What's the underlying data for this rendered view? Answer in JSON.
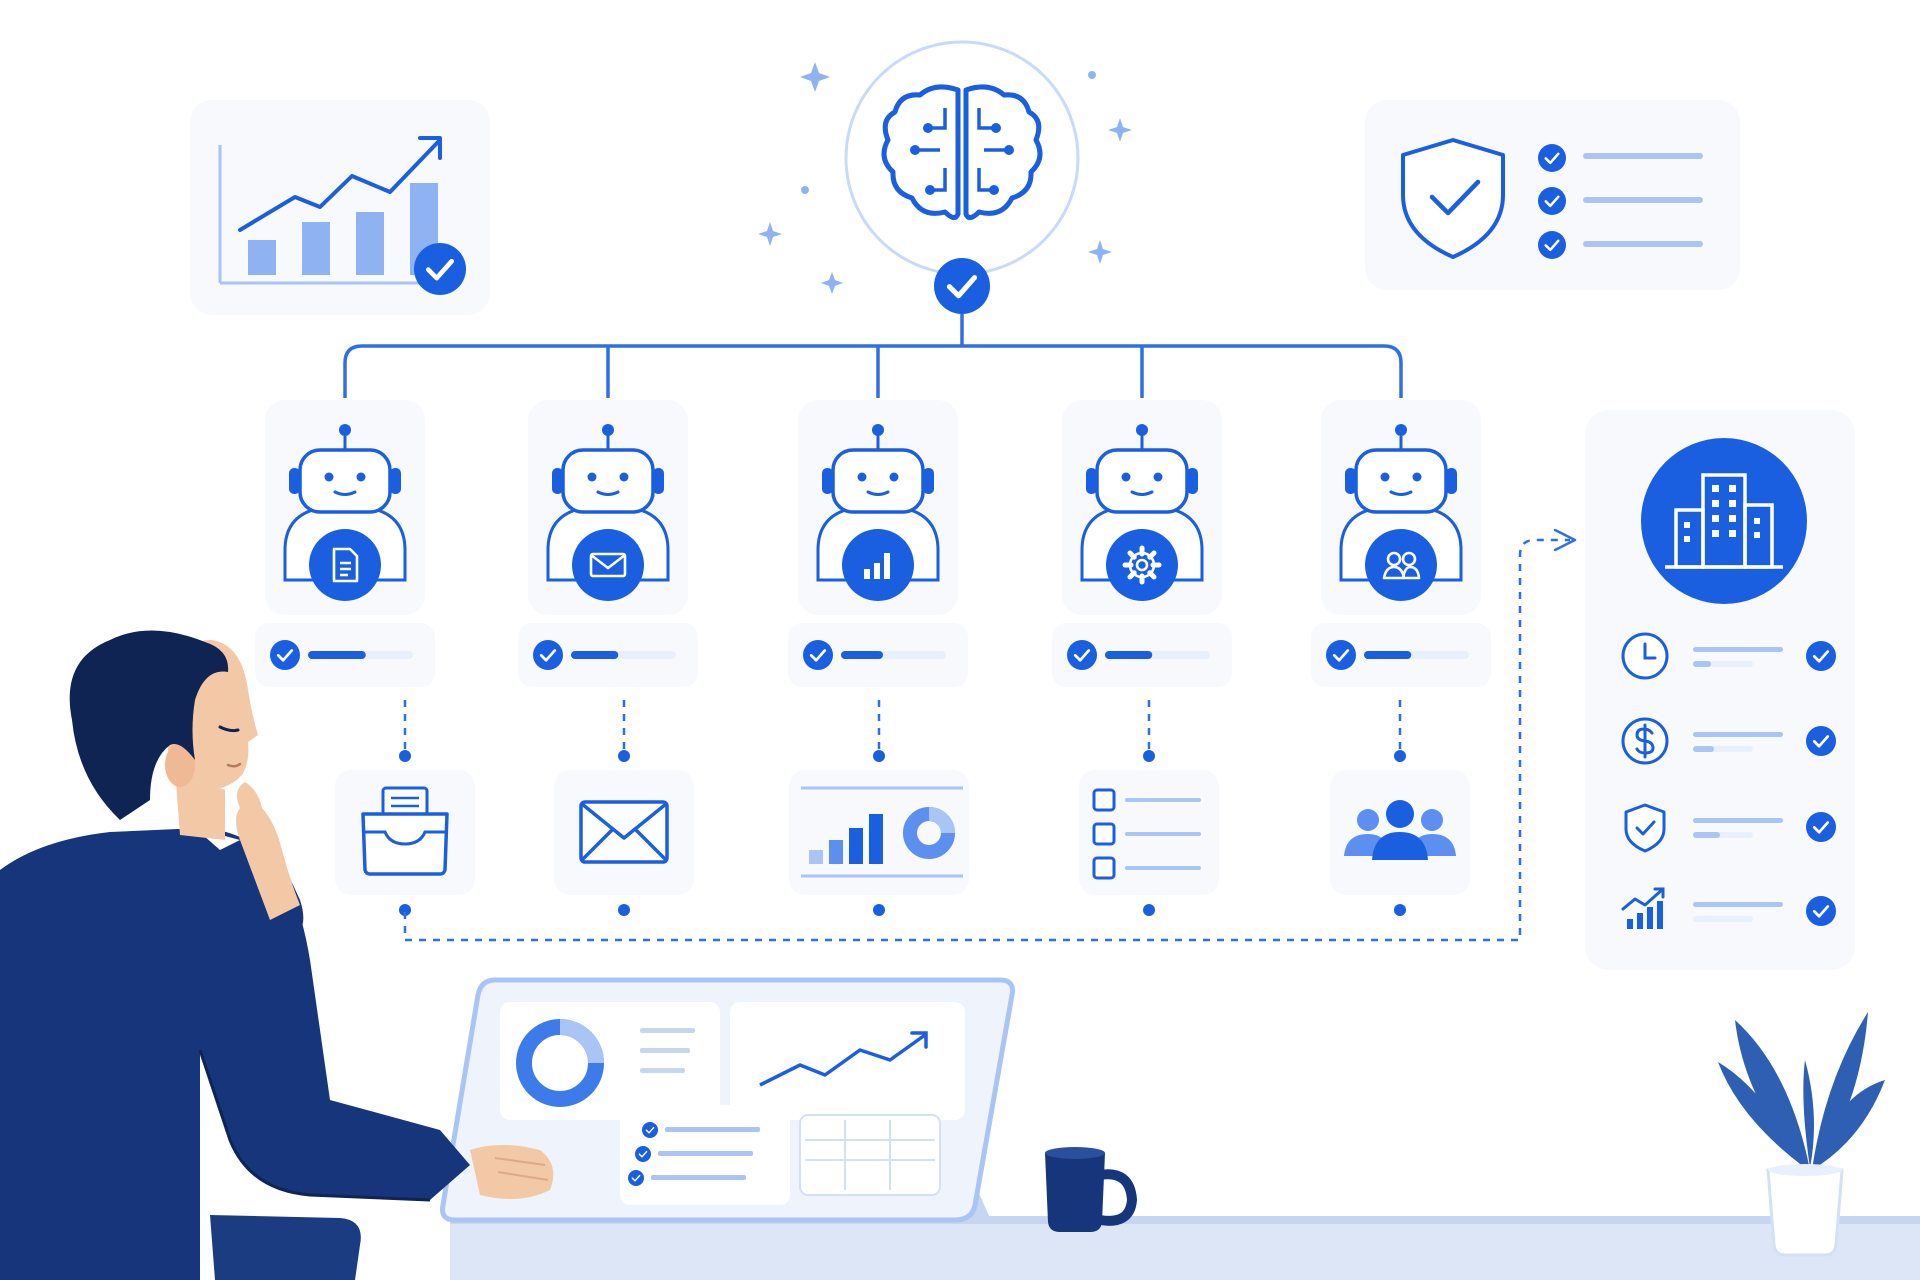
{
  "colors": {
    "primary": "#1a5fe0",
    "light": "#a9c4f5",
    "pale": "#e8f0fd",
    "navy": "#16357a",
    "navy_dark": "#0f2452",
    "card": "#f7f9fd",
    "line": "#2f6fe6"
  },
  "icons": {
    "central": "brain-circuit-icon",
    "top_left": "growth-chart-icon",
    "top_right": "shield-check-icon",
    "enterprise": "office-building-icon"
  },
  "agents": [
    {
      "role": "document-icon",
      "output": "folder-files-icon",
      "progress": 0.55
    },
    {
      "role": "mail-icon",
      "output": "envelope-icon",
      "progress": 0.45
    },
    {
      "role": "bar-chart-icon",
      "output": "report-chart-icon",
      "progress": 0.4
    },
    {
      "role": "gear-icon",
      "output": "checklist-icon",
      "progress": 0.45
    },
    {
      "role": "team-icon",
      "output": "people-group-icon",
      "progress": 0.45
    }
  ],
  "enterprise_checks": [
    {
      "icon": "clock-icon",
      "level": 0.3
    },
    {
      "icon": "dollar-icon",
      "level": 0.35
    },
    {
      "icon": "shield-icon",
      "level": 0.45
    },
    {
      "icon": "growth-icon",
      "level": 0
    }
  ]
}
